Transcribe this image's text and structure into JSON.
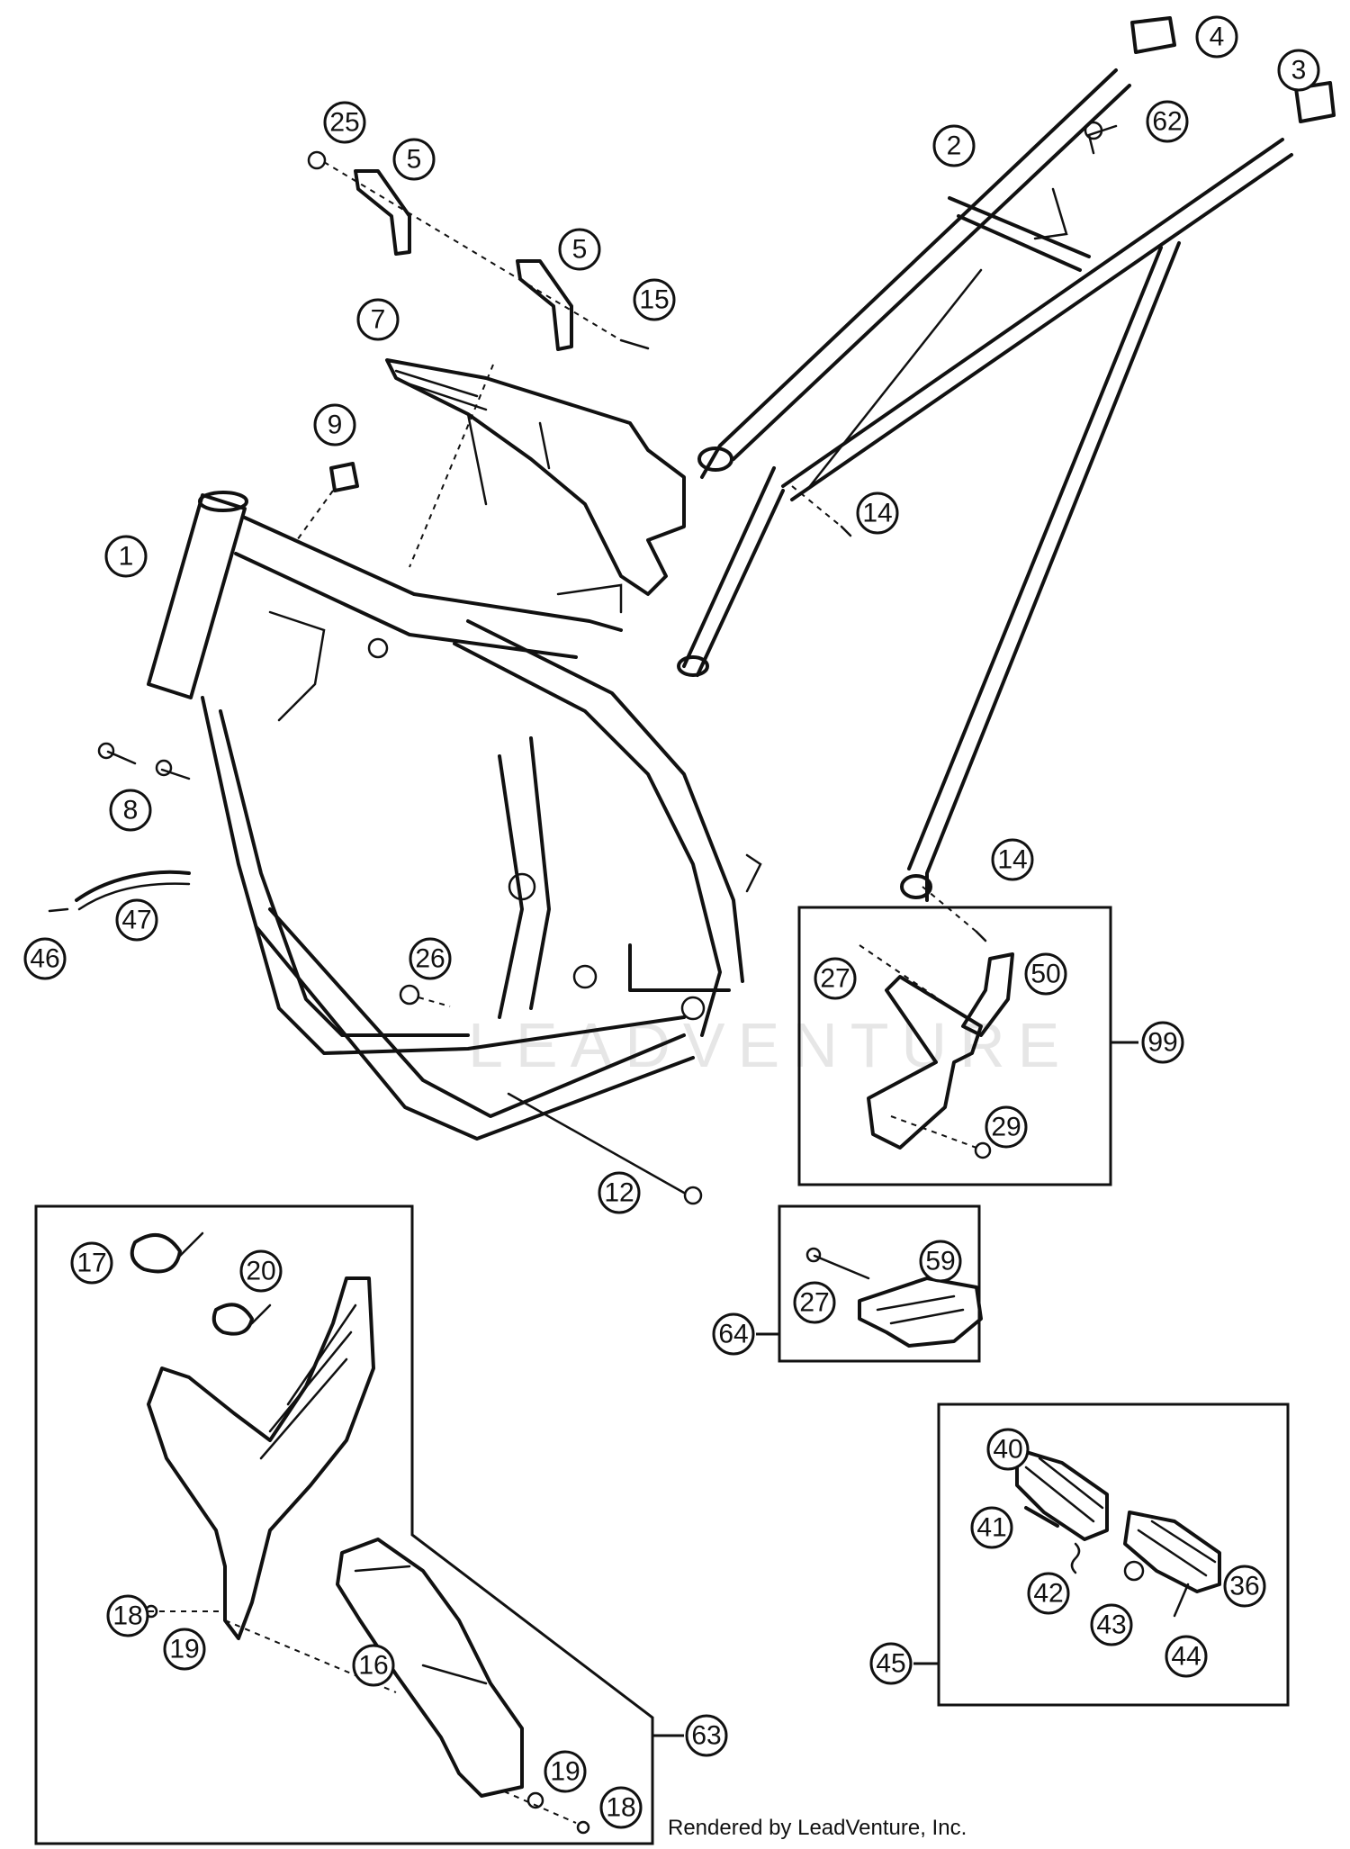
{
  "callouts": [
    {
      "label": "1"
    },
    {
      "label": "2"
    },
    {
      "label": "3"
    },
    {
      "label": "4"
    },
    {
      "label": "5"
    },
    {
      "label": "5"
    },
    {
      "label": "7"
    },
    {
      "label": "8"
    },
    {
      "label": "9"
    },
    {
      "label": "12"
    },
    {
      "label": "14"
    },
    {
      "label": "14"
    },
    {
      "label": "15"
    },
    {
      "label": "16"
    },
    {
      "label": "17"
    },
    {
      "label": "18"
    },
    {
      "label": "18"
    },
    {
      "label": "19"
    },
    {
      "label": "19"
    },
    {
      "label": "20"
    },
    {
      "label": "25"
    },
    {
      "label": "26"
    },
    {
      "label": "27"
    },
    {
      "label": "27"
    },
    {
      "label": "29"
    },
    {
      "label": "36"
    },
    {
      "label": "40"
    },
    {
      "label": "41"
    },
    {
      "label": "42"
    },
    {
      "label": "43"
    },
    {
      "label": "44"
    },
    {
      "label": "45"
    },
    {
      "label": "46"
    },
    {
      "label": "47"
    },
    {
      "label": "50"
    },
    {
      "label": "59"
    },
    {
      "label": "62"
    },
    {
      "label": "63"
    },
    {
      "label": "64"
    },
    {
      "label": "99"
    }
  ],
  "watermark": "LEADVENTURE",
  "footer": "Rendered by LeadVenture, Inc."
}
